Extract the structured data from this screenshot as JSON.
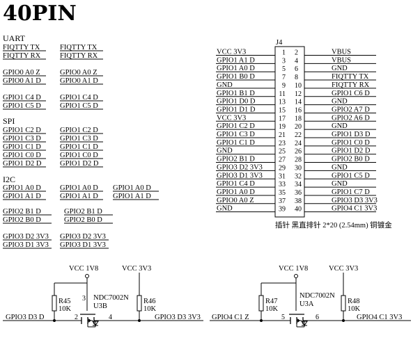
{
  "title": "40PIN",
  "uart": {
    "heading": "UART",
    "rows": [
      [
        "FIQTTY_TX",
        "FIQTTY_TX"
      ],
      [
        "FIQTTY_RX",
        "FIQTTY_RX"
      ],
      [
        "GPIO0_A0_Z",
        "GPIO0_A0_Z"
      ],
      [
        "GPIO0_A1_D",
        "GPIO0_A1_D"
      ],
      [
        "GPIO1_C4_D",
        "GPIO1_C4_D"
      ],
      [
        "GPIO1_C5_D",
        "GPIO1_C5_D"
      ]
    ]
  },
  "spi": {
    "heading": "SPI",
    "rows": [
      [
        "GPIO1_C2_D",
        "GPIO1_C2_D"
      ],
      [
        "GPIO1_C3_D",
        "GPIO1_C3_D"
      ],
      [
        "GPIO1_C1_D",
        "GPIO1_C1_D"
      ],
      [
        "GPIO1_C0_D",
        "GPIO1_C0_D"
      ],
      [
        "GPIO1_D2_D",
        "GPIO1_D2_D"
      ]
    ]
  },
  "i2c": {
    "heading": "I2C",
    "rows": [
      [
        "GPIO1_A0_D",
        "GPIO1_A0_D",
        "GPIO1_A0_D"
      ],
      [
        "GPIO1_A1_D",
        "GPIO1_A1_D",
        "GPIO1_A1_D"
      ],
      [
        "GPIO2_B1_D",
        "GPIO2_B1_D"
      ],
      [
        "GPIO2_B0_D",
        "GPIO2_B0_D"
      ],
      [
        "GPIO3_D2_3V3",
        "GPIO3_D2_3V3"
      ],
      [
        "GPIO3_D1_3V3",
        "GPIO3_D1_3V3"
      ]
    ]
  },
  "connector": {
    "ref": "J4",
    "caption": "插针 黑直排针 2*20 (2.54mm) 铜镀金",
    "left_nets": [
      "VCC_3V3",
      "GPIO1_A1_D",
      "GPIO1_A0_D",
      "GPIO1_B0_D",
      "GND",
      "GPIO1_B1_D",
      "GPIO1_D0_D",
      "GPIO1_D1_D",
      "VCC_3V3",
      "GPIO1_C2_D",
      "GPIO1_C3_D",
      "GPIO1_C1_D",
      "GND",
      "GPIO2_B1_D",
      "GPIO3_D2_3V3",
      "GPIO3_D1_3V3",
      "GPIO1_C4_D",
      "GPIO1_A0_D",
      "GPIO0_A0_Z",
      "GND"
    ],
    "right_nets": [
      "VBUS",
      "VBUS",
      "GND",
      "FIQTTY_TX",
      "FIQTTY_RX",
      "GPIO1_C6_D",
      "GND",
      "GPIO2_A7_D",
      "GPIO2_A6_D",
      "GND",
      "GPIO1_D3_D",
      "GPIO1_C0_D",
      "GPIO1_D2_D",
      "GPIO2_B0_D",
      "GND",
      "GPIO1_C5_D",
      "GND",
      "GPIO1_C7_D",
      "GPIO3_D3_3V3",
      "GPIO4_C1_3V3"
    ],
    "odd_pins": [
      "1",
      "3",
      "5",
      "7",
      "9",
      "11",
      "13",
      "15",
      "17",
      "19",
      "21",
      "23",
      "25",
      "27",
      "29",
      "31",
      "33",
      "35",
      "37",
      "39"
    ],
    "even_pins": [
      "2",
      "4",
      "6",
      "8",
      "10",
      "12",
      "14",
      "16",
      "18",
      "20",
      "22",
      "24",
      "26",
      "28",
      "30",
      "32",
      "34",
      "36",
      "38",
      "40"
    ]
  },
  "shifter1": {
    "left_rail": "VCC_1V8",
    "right_rail": "VCC_3V3",
    "part": "NDC7002N",
    "ref": "U3B",
    "pin_gate": "3",
    "pin_src": "2",
    "pin_drn": "4",
    "r_left": "R45",
    "r_left_val": "10K",
    "r_right": "R46",
    "r_right_val": "10K",
    "net_in": "GPIO3_D3_D",
    "net_out": "GPIO3_D3_3V3"
  },
  "shifter2": {
    "left_rail": "VCC_1V8",
    "right_rail": "VCC_3V3",
    "part": "NDC7002N",
    "ref": "U3A",
    "pin_gate": "",
    "pin_src": "5",
    "pin_drn": "6",
    "r_left": "R47",
    "r_left_val": "10K",
    "r_right": "R48",
    "r_right_val": "10K",
    "net_in": "GPIO4_C1_Z",
    "net_out": "GPIO4_C1_3V3"
  }
}
